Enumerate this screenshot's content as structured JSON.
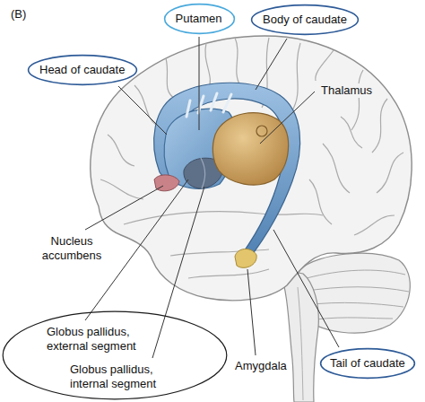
{
  "diagram": {
    "nodes": [
      {
        "text": [
          "Putamen"
        ]
      },
      {
        "text": [
          "Body of caudate"
        ]
      },
      {
        "text": [
          "Head of caudate"
        ]
      },
      {
        "text": [
          "Globus pallidus, external segment",
          "Globus pallidus, internal segment"
        ]
      },
      {
        "text": [
          "Tail of caudate"
        ]
      }
    ],
    "labels": [
      "(B)",
      "Thalamus",
      "Nucleus accumbens",
      "Amygdala"
    ]
  }
}
